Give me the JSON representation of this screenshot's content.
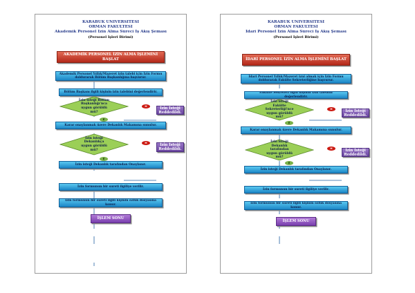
{
  "left": {
    "header": {
      "university": "KARABÜK ÜNİVERSİTESİ",
      "faculty": "ORMAN FAKÜLTESİ",
      "chart_title": "Akademik Personel İzin Alma Süreci İş Akış Şeması",
      "unit": "(Personel İşleri Birimi)"
    },
    "start": "AKADEMİK PERSONEL İZİN ALMA İŞLEMİNİ BAŞLAT",
    "step1": "Akademik Personel Yıllık/Mazeret izin talebi için İzin Formu doldurarak Bölüm Başkanlığına başvurur.",
    "step2": "Bölüm Başkanı ilgili kişinin izin talebini değerlendirir.",
    "decision1": "İzin isteği Bölüm Başkanlığı'nca uygun görüldü mü?",
    "reject1": "İzin İsteği Reddedildi.",
    "step3": "Karar onaylanmak üzere Dekanlık Makamına sunulur.",
    "decision2": "İzin isteği Dekanlıkça uygun görüldü mü?",
    "reject2": "İzin İsteği Reddedildi.",
    "step4": "İzin isteği Dekanlık tarafından Onaylanır.",
    "step5": "İzin formunun bir sureti ilgiliye verilir.",
    "step6": "İzin formunun bir sureti ilgili kişinin özlük dosyasına konur.",
    "end": "İŞLEM SONU"
  },
  "right": {
    "header": {
      "university": "KARABÜK ÜNİVERSİTESİ",
      "faculty": "ORMAN FAKÜLTESİ",
      "chart_title": "İdari Personel İzin Alma Süreci İş Akış Şeması",
      "unit": "(Personel İşleri Birimi)"
    },
    "start": "İDARİ PERSONEL İZİN ALMA İŞLEMİNİ BAŞLAT",
    "step1": "İdari Personel Yıllık/Mazeret izni almak için İzin Formu doldurarak Fakülte Sekreterliğine başvurur.",
    "step2": "Fakülte Sekreteri ilgili kişinin İzin talebini değerlendirir.",
    "decision1": "İzin isteği Fakülte Sekreterliği'nce uygun görüldü mü?",
    "reject1": "İzin İsteği Reddedildi.",
    "step3": "Karar onaylanmak üzere Dekanlık Makamına sunulur.",
    "decision2": "İzin isteği Dekanlık tarafından uygun görüldü mü?",
    "reject2": "İzin İsteği Reddedildi.",
    "step4": "İzin isteği Dekanlık tarafından Onaylanır.",
    "step5": "İzin formunun bir sureti ilgiliye verilir.",
    "step6": "İzin formunun bir sureti ilgili kişinin özlük dosyasına konur.",
    "end": "İŞLEM SONU"
  },
  "labels": {
    "no": "H",
    "yes": "E"
  },
  "colors": {
    "process": "#2a9fe0",
    "start": "#c8372a",
    "end": "#8e55c4",
    "reject": "#7a55b4",
    "decision": "#9bcf57",
    "no_badge": "#cc1a12",
    "yes_badge": "#7cb24a",
    "title": "#2a3e8c"
  }
}
